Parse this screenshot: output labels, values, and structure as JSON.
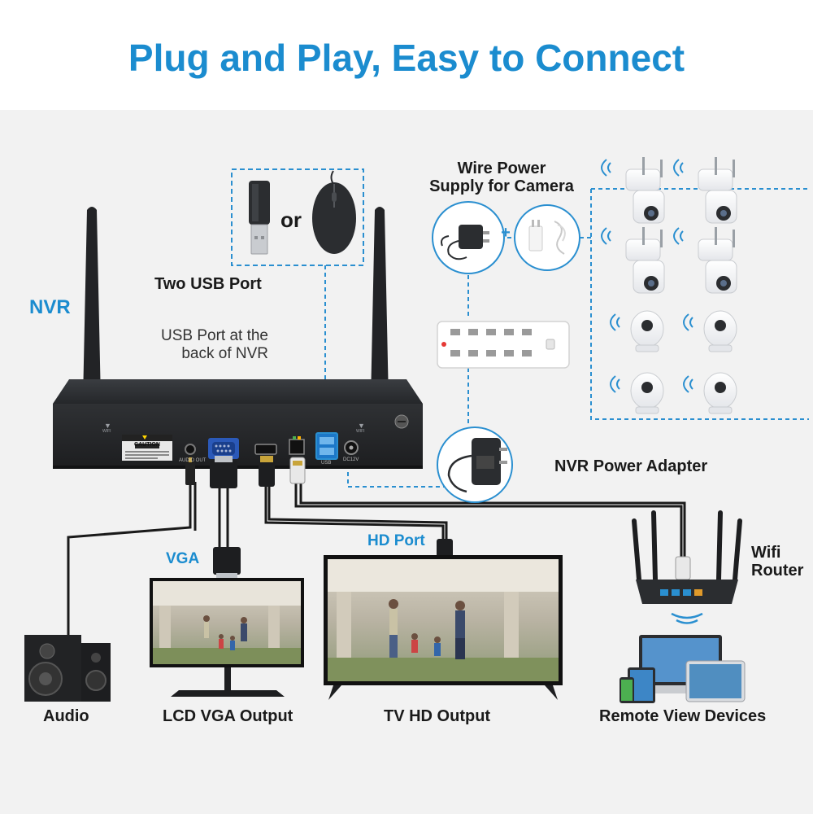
{
  "title": "Plug and Play, Easy to Connect",
  "labels": {
    "nvr": "NVR",
    "usb_heading": "Two USB Port",
    "usb_note_line1": "USB Port at the",
    "usb_note_line2": "back of NVR",
    "or": "or",
    "wire_power_line1": "Wire Power",
    "wire_power_line2": "Supply for Camera",
    "plus": "+",
    "nvr_power_adapter": "NVR Power Adapter",
    "wifi_line1": "Wifi",
    "wifi_line2": "Router",
    "hd_port": "HD Port",
    "vga": "VGA",
    "audio": "Audio",
    "lcd_vga_output": "LCD VGA Output",
    "tv_hd_output": "TV HD Output",
    "remote_view_devices": "Remote View Devices"
  },
  "nvr_panel": {
    "caution": "CAUTION",
    "audio_out": "AUDIO OUT",
    "usb": "USB",
    "dc12v": "DC12V",
    "wifi_left": "WIFI",
    "wifi_right": "WIFI"
  },
  "colors": {
    "accent_blue": "#1b8ccf",
    "dash_blue": "#2a8fd0",
    "background": "#f2f2f2",
    "device_dark": "#2b2d30"
  },
  "icons": [
    "usb-dongle-icon",
    "mouse-icon",
    "power-adapter-icon",
    "power-supply-icon",
    "power-strip-icon",
    "camera-icon",
    "speaker-icon",
    "monitor-icon",
    "tv-icon",
    "router-icon",
    "laptop-icon",
    "tablet-icon",
    "phone-icon"
  ]
}
